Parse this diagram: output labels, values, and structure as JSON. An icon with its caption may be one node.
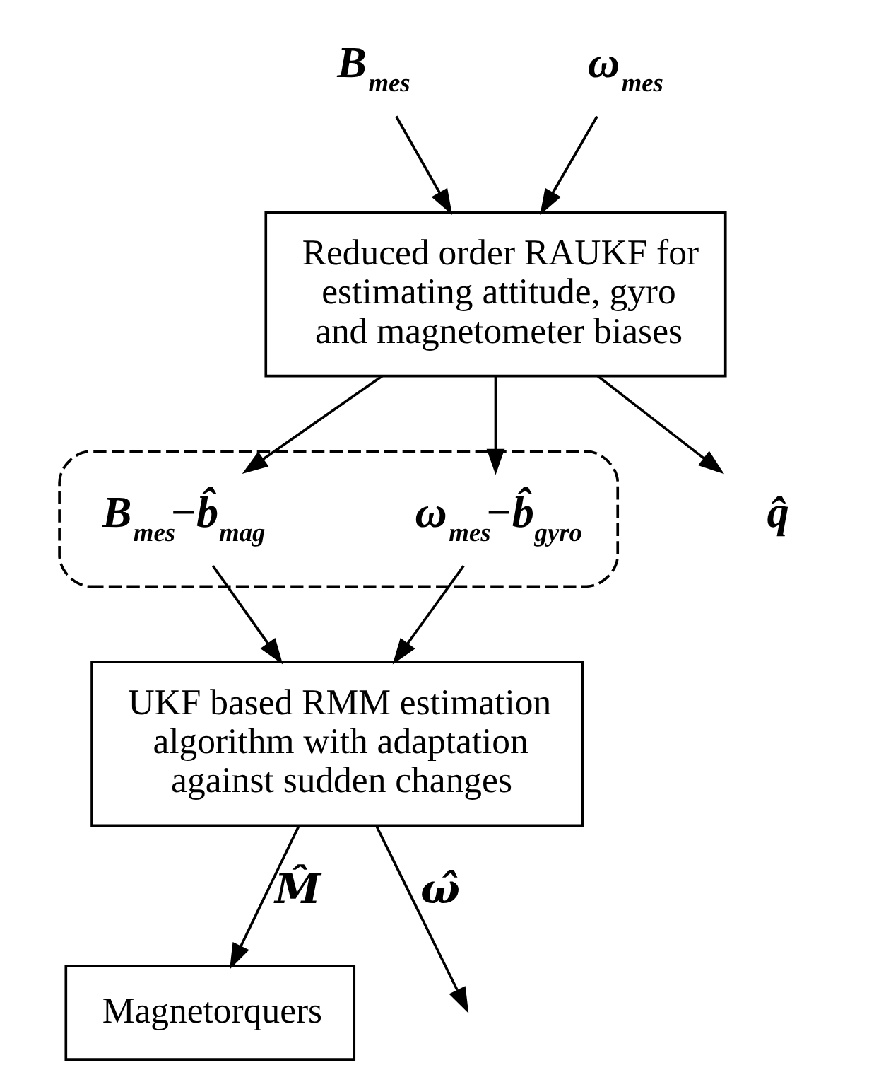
{
  "diagram": {
    "nodes": [
      {
        "text": [
          "B$_{mes}$"
        ]
      },
      {
        "text": [
          "ω$_{mes}$"
        ]
      },
      {
        "text": [
          "Reduced order RAUKF for estimating attitude, gyro and magnetometer biases"
        ]
      },
      {
        "text": [],
        "shape": "ellipse"
      },
      {
        "text": [
          "B$_{mes}$−b̂$_{mag}$"
        ],
        "in": 3
      },
      {
        "text": [
          "ω$_{mes}$−b̂$_{gyro}$"
        ],
        "in": 3
      },
      {
        "text": [
          "q̂"
        ]
      },
      {
        "text": [
          "UKF based RMM estimation algorithm with adaptation against sudden changes"
        ]
      },
      {
        "text": [
          "Magnetorquers"
        ]
      }
    ],
    "edges": [
      {
        "from": 0,
        "to": 2,
        "arrow": "to"
      },
      {
        "from": 1,
        "to": 2,
        "arrow": "to"
      },
      {
        "from": 2,
        "to": 4,
        "arrow": "to"
      },
      {
        "from": 2,
        "to": 5,
        "arrow": "to"
      },
      {
        "from": 2,
        "to": 6,
        "arrow": "to"
      },
      {
        "from": 4,
        "to": 7,
        "arrow": "to"
      },
      {
        "from": 5,
        "to": 7,
        "arrow": "to"
      },
      {
        "from": 7,
        "to": 8,
        "arrow": "to",
        "label": "M̂"
      },
      {
        "from": 7,
        "to": null,
        "arrow": "to",
        "label": "ω̂"
      }
    ]
  }
}
